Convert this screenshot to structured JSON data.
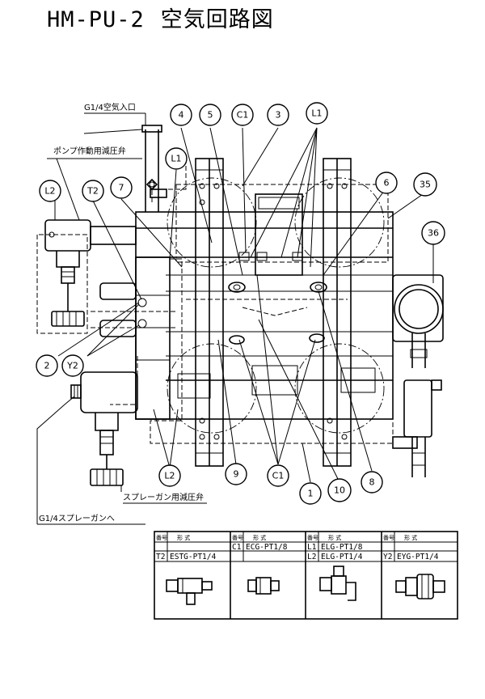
{
  "title": {
    "model": "HM-PU-2",
    "name": "空気回路図"
  },
  "labels": {
    "air_inlet": "G1/4空気入口",
    "pump_regulator": "ポンプ作動用減圧弁",
    "spray_regulator": "スプレーガン用減圧弁",
    "to_spray_gun": "G1/4スプレーガンへ"
  },
  "callouts": [
    "4",
    "5",
    "C1",
    "3",
    "L1",
    "L1",
    "7",
    "T2",
    "L2",
    "6",
    "35",
    "36",
    "2",
    "Y2",
    "L2",
    "9",
    "C1",
    "10",
    "8",
    "1"
  ],
  "table": {
    "header": {
      "no": "番号",
      "model": "形 式"
    },
    "rows": [
      [
        {
          "code": "",
          "model": ""
        },
        {
          "code": "C1",
          "model": "ECG-PT1/8"
        },
        {
          "code": "L1",
          "model": "ELG-PT1/8"
        },
        {
          "code": "",
          "model": ""
        }
      ],
      [
        {
          "code": "T2",
          "model": "ESTG-PT1/4"
        },
        {
          "code": "",
          "model": ""
        },
        {
          "code": "L2",
          "model": "ELG-PT1/4"
        },
        {
          "code": "Y2",
          "model": "EYG-PT1/4"
        }
      ]
    ],
    "fitting_icons": [
      "tee-fitting-icon",
      "straight-connector-icon",
      "elbow-fitting-icon",
      "y-fitting-icon"
    ]
  }
}
